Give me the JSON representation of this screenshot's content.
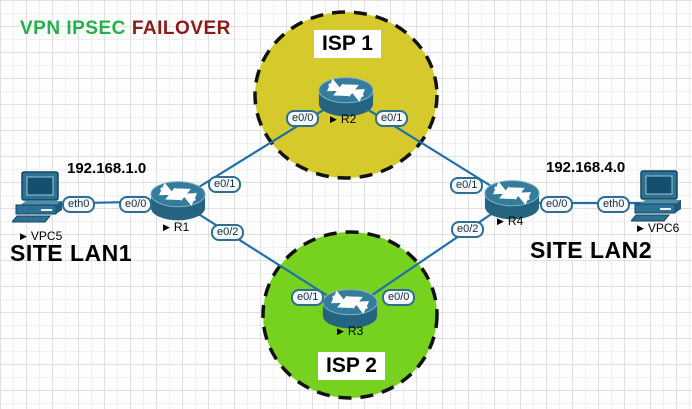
{
  "title": {
    "text_green": "VPN IPSEC",
    "text_red": "FAILOVER"
  },
  "colors": {
    "link": "#1e6fad",
    "isp1_fill": "#d5c92b",
    "isp2_fill": "#77d220",
    "title_green": "#22b14c",
    "title_red": "#8b1a1a",
    "device_teal": "#2d7295"
  },
  "isp_clouds": [
    {
      "label": "ISP 1",
      "fill": "#d5c92b",
      "router": "R2"
    },
    {
      "label": "ISP 2",
      "fill": "#77d220",
      "router": "R3"
    }
  ],
  "sites": [
    {
      "label": "SITE LAN1",
      "network": "192.168.1.0",
      "pc": "VPC5"
    },
    {
      "label": "SITE LAN2",
      "network": "192.168.4.0",
      "pc": "VPC6"
    }
  ],
  "devices": {
    "r1": {
      "label": "R1",
      "type": "router"
    },
    "r2": {
      "label": "R2",
      "type": "router"
    },
    "r3": {
      "label": "R3",
      "type": "router"
    },
    "r4": {
      "label": "R4",
      "type": "router"
    },
    "vpc5": {
      "label": "VPC5",
      "type": "pc"
    },
    "vpc6": {
      "label": "VPC6",
      "type": "pc"
    }
  },
  "icons": {
    "status_triangle": "▶"
  },
  "interfaces": {
    "vpc5_eth0": "eth0",
    "r1_e0_0": "e0/0",
    "r1_e0_1": "e0/1",
    "r1_e0_2": "e0/2",
    "r2_e0_0": "e0/0",
    "r2_e0_1": "e0/1",
    "r3_e0_1": "e0/1",
    "r3_e0_0": "e0/0",
    "r4_e0_1": "e0/1",
    "r4_e0_2": "e0/2",
    "r4_e0_0": "e0/0",
    "vpc6_eth0": "eth0"
  },
  "links": [
    {
      "from": "VPC5 eth0",
      "to": "R1 e0/0"
    },
    {
      "from": "R1 e0/1",
      "to": "R2 e0/0"
    },
    {
      "from": "R1 e0/2",
      "to": "R3 e0/1"
    },
    {
      "from": "R2 e0/1",
      "to": "R4 e0/1"
    },
    {
      "from": "R3 e0/0",
      "to": "R4 e0/2"
    },
    {
      "from": "R4 e0/0",
      "to": "VPC6 eth0"
    }
  ]
}
